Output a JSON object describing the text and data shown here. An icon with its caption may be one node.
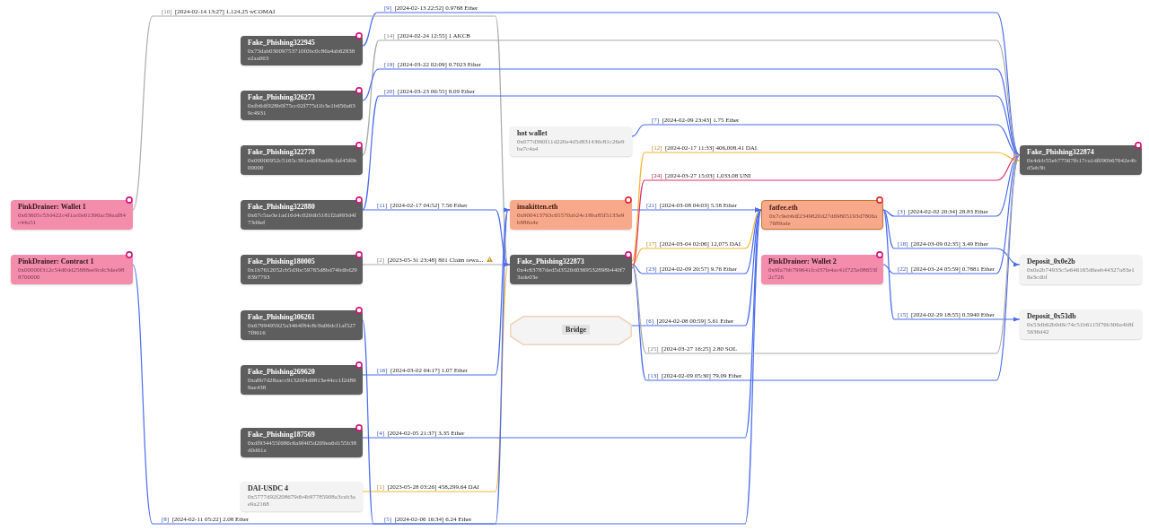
{
  "diagram": {
    "nodes": [
      {
        "text": [
          "PinkDrainer: Wallet 1",
          "0x63605c53d422c4f1ac0e01390ac59aaf84c44a51"
        ]
      },
      {
        "text": [
          "PinkDrainer: Contract 1",
          "0x00000f312c54d0dd25888ee9cdc3dee988700000"
        ]
      },
      {
        "text": [
          "Fake_Phishing322945",
          "0x73dab03009753710f0bc0c86a4ab62838e2aa063"
        ]
      },
      {
        "text": [
          "Fake_Phishing326273",
          "0xfb6df928b0f75cc02f775d1b3e1b656a639c4931"
        ]
      },
      {
        "text": [
          "Fake_Phishing322778",
          "0x00000952c5165c391ed0f8adf8cfaf45f0b00000"
        ]
      },
      {
        "text": [
          "Fake_Phishing322880",
          "0x67c5ae3e1ad16d4c020db5181f2a993d4f73d6ef"
        ]
      },
      {
        "text": [
          "Fake_Phishing180005",
          "0x1b7612052cb5d3bc59765d8bd74bdbd298397793"
        ]
      },
      {
        "text": [
          "Fake_Phishing306261",
          "0x6799495925a3464f84c8c9a06dcf1af5277f8616"
        ]
      },
      {
        "text": [
          "Fake_Phishing269620",
          "0xa8b7d28aacc91320f4d9813e44cc1f2d899ae438"
        ]
      },
      {
        "text": [
          "Fake_Phishing187569",
          "0xdf934455f686c6a9f405d209ea6d155b38d0d61a"
        ]
      },
      {
        "text": [
          "DAI-USDC 4",
          "0x5777d92f208679db4b97785908a3cab3ae9a2168"
        ]
      },
      {
        "text": [
          "hot wallet",
          "0x077d360f11d220e4d5d831436c81c26e9be7c4a4"
        ]
      },
      {
        "text": [
          "imakitten.eth",
          "0x900413763c65570ab24c18ba85f5133e9b886a4e"
        ]
      },
      {
        "text": [
          "Fake_Phishing322873",
          "0x4c63787ded5d3520d0369532898b440f73ade03e"
        ]
      },
      {
        "text": [
          "Bridge"
        ]
      },
      {
        "text": [
          "fatfee.eth",
          "0x7c9eb6df2349820d27d69805193d7806a7689ade"
        ]
      },
      {
        "text": [
          "PinkDrainer: Wallet 2",
          "0x9fa7bb799641fcd37fe4ac41f725e08653f2c726"
        ]
      },
      {
        "text": [
          "Fake_Phishing322874",
          "0x4dcb55eb77567fb17ca1df090b67642e4bd5eb3b"
        ]
      },
      {
        "text": [
          "Deposit_0x0e2b",
          "0x0e2b74933c5e646165d6eeb44327a83e18e3cdbf"
        ]
      },
      {
        "text": [
          "Deposit_0x53db",
          "0x53db62b0d6c74c51b6115f76b306a4b8f5636d42"
        ]
      }
    ],
    "edges": [
      {
        "from": 10,
        "to": 13,
        "arrow": "to",
        "label": "[1] [2023-05-28 03:26] 458,299.64 DAI",
        "color": "#f5b52e"
      },
      {
        "from": 6,
        "to": 13,
        "arrow": "to",
        "label": "[2] [2023-05-31 23:48] 801 Claim rewa...",
        "color": "#aaaaaa"
      },
      {
        "from": 15,
        "to": 17,
        "arrow": "to",
        "label": "[3] [2024-02-02 20:34] 28.83 Ether"
      },
      {
        "from": 9,
        "to": 15,
        "arrow": "to",
        "label": "[4] [2024-02-05 21:37] 3.35 Ether"
      },
      {
        "from": 7,
        "to": 15,
        "arrow": "to",
        "label": "[5] [2024-02-06 16:34] 6.24 Ether"
      },
      {
        "from": 14,
        "to": 15,
        "arrow": "to",
        "label": "[6] [2024-02-08 00:59] 5.61 Ether"
      },
      {
        "from": 11,
        "to": 17,
        "arrow": "to",
        "label": "[7] [2024-02-09 23:43] 1.75 Ether"
      },
      {
        "from": 1,
        "to": 12,
        "arrow": "to",
        "label": "[8] [2024-02-11 05:22] 2.08 Ether"
      },
      {
        "from": 2,
        "to": 17,
        "arrow": "to",
        "label": "[9] [2024-02-13 22:52] 0.9768 Ether"
      },
      {
        "from": 0,
        "to": 13,
        "arrow": "to",
        "label": "[10] [2024-02-14 13:27] 1,124.25 wCOMAI",
        "color": "#aaaaaa"
      },
      {
        "from": 5,
        "to": 13,
        "arrow": "to",
        "label": "[11] [2024-02-17 04:52] 7.56 Ether"
      },
      {
        "from": 13,
        "to": 17,
        "arrow": "to",
        "label": "[12] [2024-02-17 11:33] 406,008.41 DAI",
        "color": "#f5b52e"
      },
      {
        "from": 13,
        "to": 17,
        "arrow": "to",
        "label": "[13] [2024-02-09 05:30] 79.09 Ether"
      },
      {
        "from": 4,
        "to": 17,
        "arrow": "to",
        "label": "[14] [2024-02-24 12:55] 1 AKCB",
        "color": "#aaaaaa"
      },
      {
        "from": 15,
        "to": 19,
        "arrow": "to",
        "label": "[15] [2024-02-29 18:55] 0.5940 Ether"
      },
      {
        "from": 8,
        "to": 12,
        "arrow": "to",
        "label": "[16] [2024-03-02 04:17] 1.07 Ether"
      },
      {
        "from": 13,
        "to": 15,
        "arrow": "to",
        "label": "[17] [2024-03-04 02:06] 12,075 DAI",
        "color": "#f5b52e"
      },
      {
        "from": 15,
        "to": 18,
        "arrow": "to",
        "label": "[18] [2024-03-09 02:35] 3.49 Ether"
      },
      {
        "from": 3,
        "to": 17,
        "arrow": "to",
        "label": "[19] [2024-03-22 02:09] 0.7023 Ether"
      },
      {
        "from": 5,
        "to": 17,
        "arrow": "to",
        "label": "[20] [2024-03-23 06:55] 8.09 Ether"
      },
      {
        "from": 12,
        "to": 15,
        "arrow": "to",
        "label": "[21] [2024-03-08 04:03] 5.58 Ether"
      },
      {
        "from": 16,
        "to": 17,
        "arrow": "to",
        "label": "[22] [2024-03-24 05:59] 0.7881 Ether"
      },
      {
        "from": 13,
        "to": 15,
        "arrow": "to",
        "label": "[23] [2024-02-09 20:57] 9.76 Ether"
      },
      {
        "from": 13,
        "to": 17,
        "arrow": "to",
        "label": "[24] [2024-03-27 15:03] 1,033.08 UNI",
        "color": "#e0306e"
      },
      {
        "from": 13,
        "to": 17,
        "arrow": "to",
        "label": "[25] [2024-03-27 16:25] 2.80 SOL",
        "color": "#aaaaaa"
      }
    ]
  }
}
